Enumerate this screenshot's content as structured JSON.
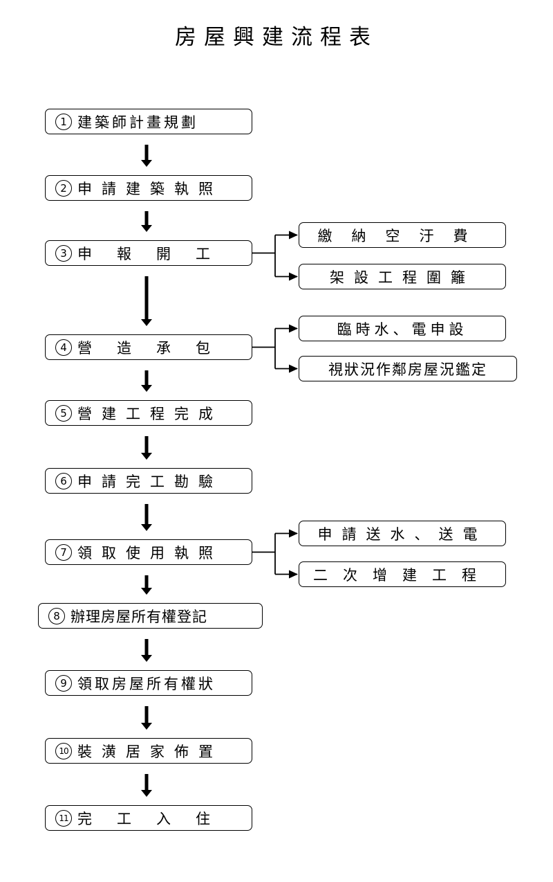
{
  "title": "房屋興建流程表",
  "steps": [
    {
      "num": "1",
      "label": "建築師計畫規劃",
      "ls": 4
    },
    {
      "num": "2",
      "label": "申請建築執照",
      "ls": 14
    },
    {
      "num": "3",
      "label": "申報開工",
      "ls": 36
    },
    {
      "num": "4",
      "label": "營造承包",
      "ls": 36
    },
    {
      "num": "5",
      "label": "營建工程完成",
      "ls": 14
    },
    {
      "num": "6",
      "label": "申請完工勘驗",
      "ls": 14
    },
    {
      "num": "7",
      "label": "領取使用執照",
      "ls": 14
    },
    {
      "num": "8",
      "label": "辦理房屋所有權登記",
      "ls": 1
    },
    {
      "num": "9",
      "label": "領取房屋所有權狀",
      "ls": 4
    },
    {
      "num": "10",
      "label": "裝潢居家佈置",
      "ls": 14
    },
    {
      "num": "11",
      "label": "完工入住",
      "ls": 36
    }
  ],
  "branches": {
    "3": [
      {
        "label": "繳納空汙費",
        "ls": 28
      },
      {
        "label": "架設工程圍籬",
        "ls": 14
      }
    ],
    "4": [
      {
        "label": "臨時水、電申設",
        "ls": 6
      },
      {
        "label": "視狀況作鄰房屋況鑑定",
        "ls": 2
      }
    ],
    "7": [
      {
        "label": "申請送水、送電",
        "ls": 14
      },
      {
        "label": "二次增建工程",
        "ls": 22
      }
    ]
  }
}
